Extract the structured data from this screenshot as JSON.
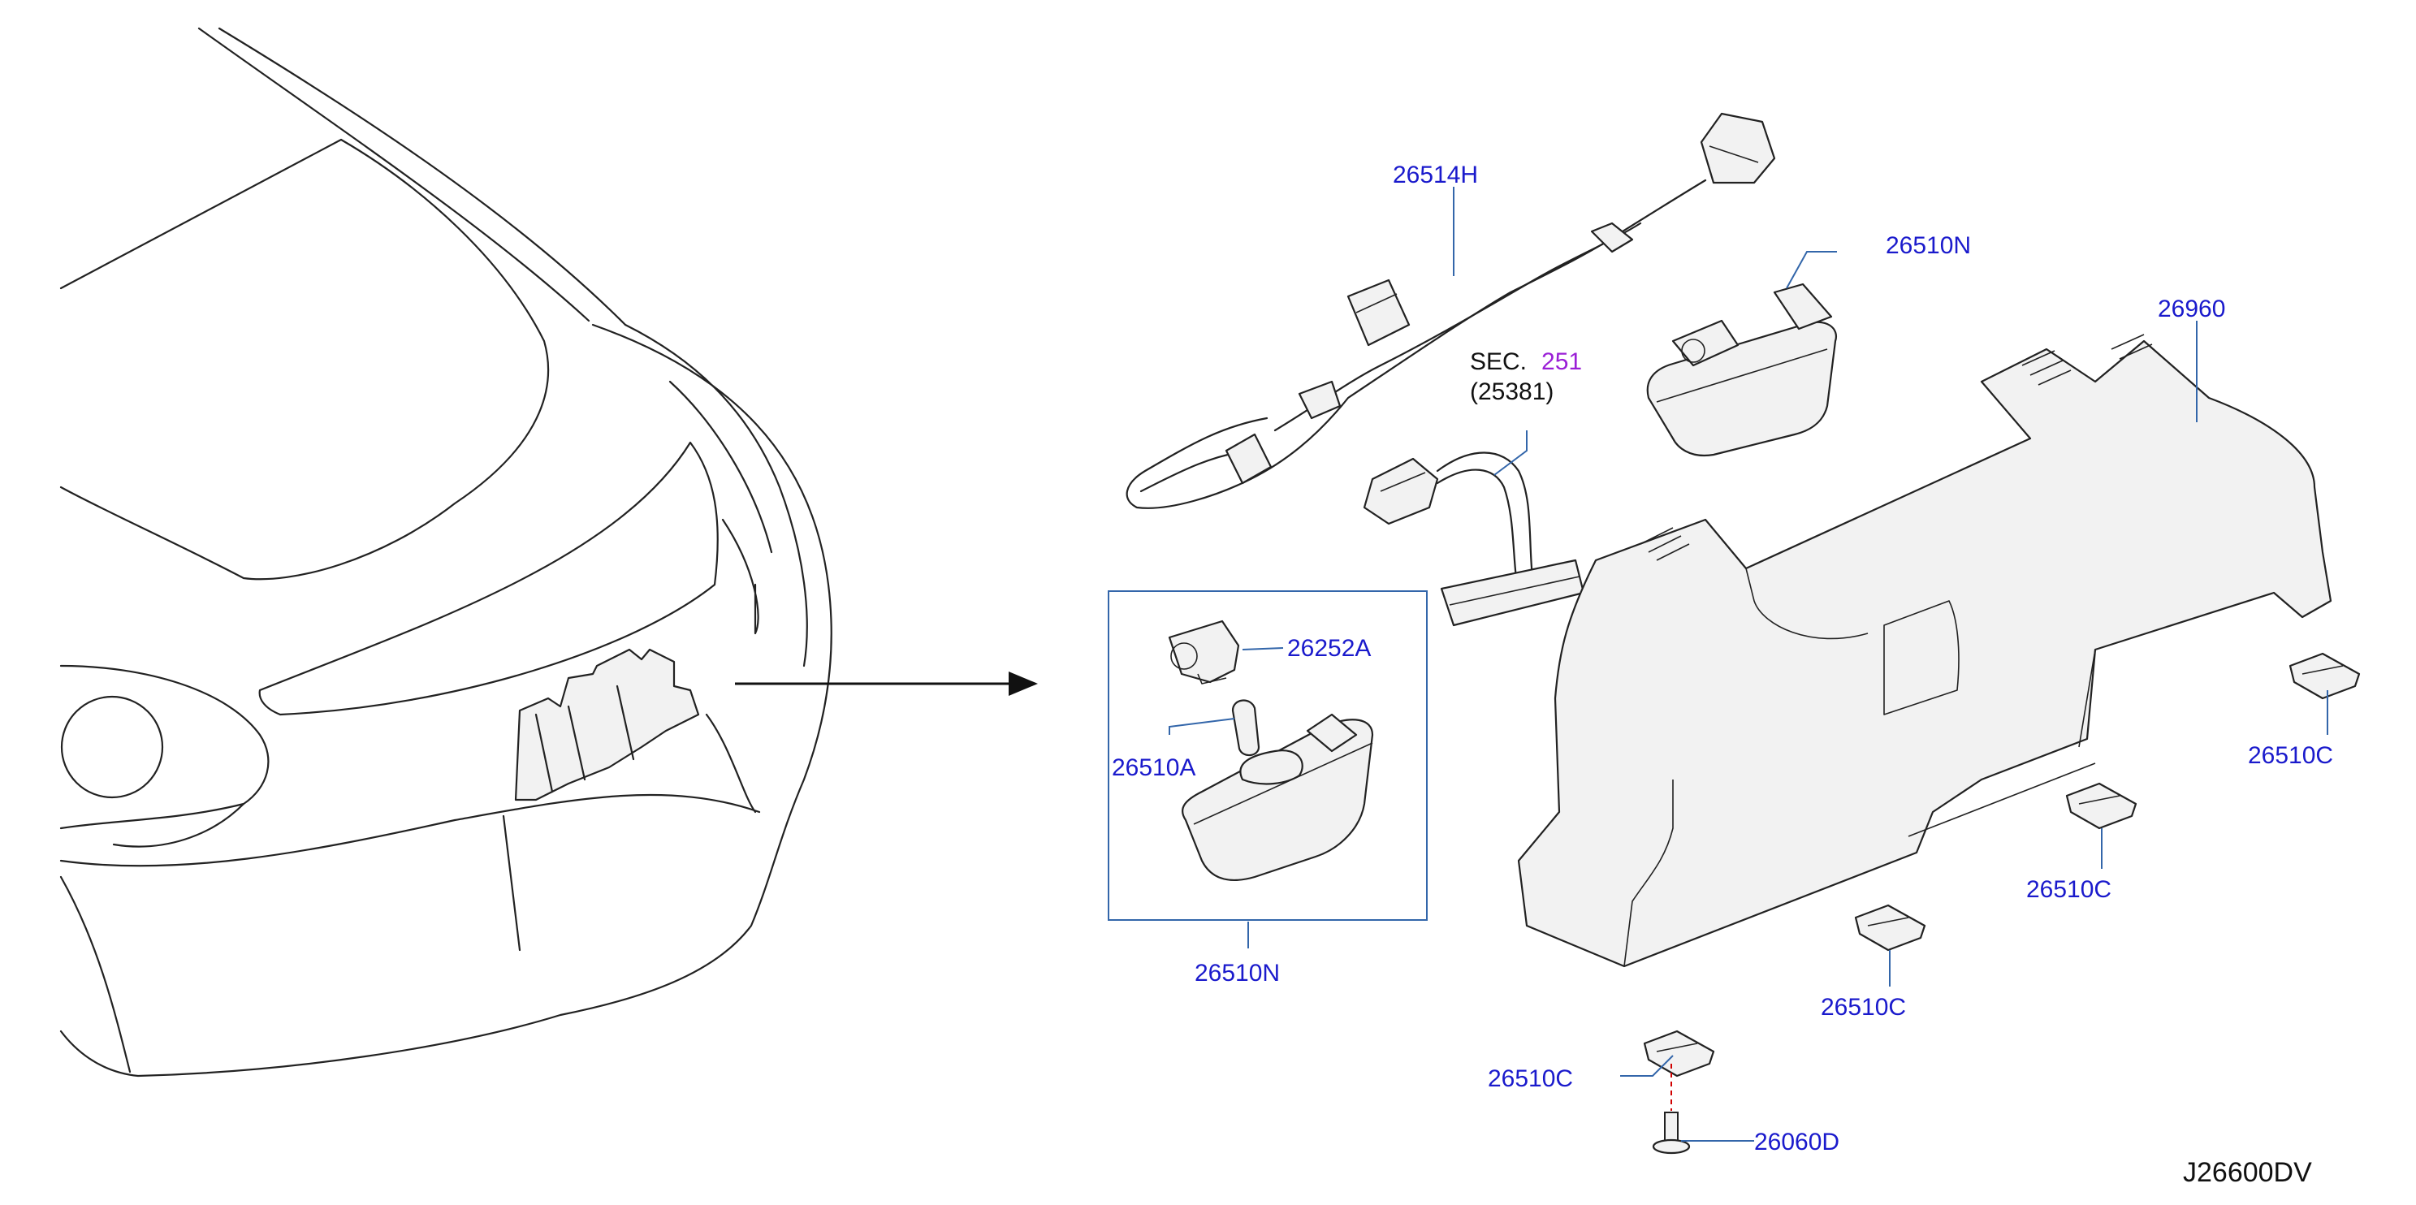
{
  "colors": {
    "label": "#1a1acc",
    "leader": "#3366aa",
    "section": "#9a1fd6",
    "ink": "#111111",
    "red_dash": "#d00000"
  },
  "labels": {
    "harness": "26514H",
    "lamp_top": "26510N",
    "finisher": "26960",
    "section_prefix": "SEC.",
    "section_number": "251",
    "section_sub": "(25381)",
    "socket": "26252A",
    "bulb": "26510A",
    "lamp_box": "26510N",
    "clip_1": "26510C",
    "clip_2": "26510C",
    "clip_3": "26510C",
    "clip_4": "26510C",
    "screw": "26060D",
    "drawing_code": "J26600DV"
  }
}
